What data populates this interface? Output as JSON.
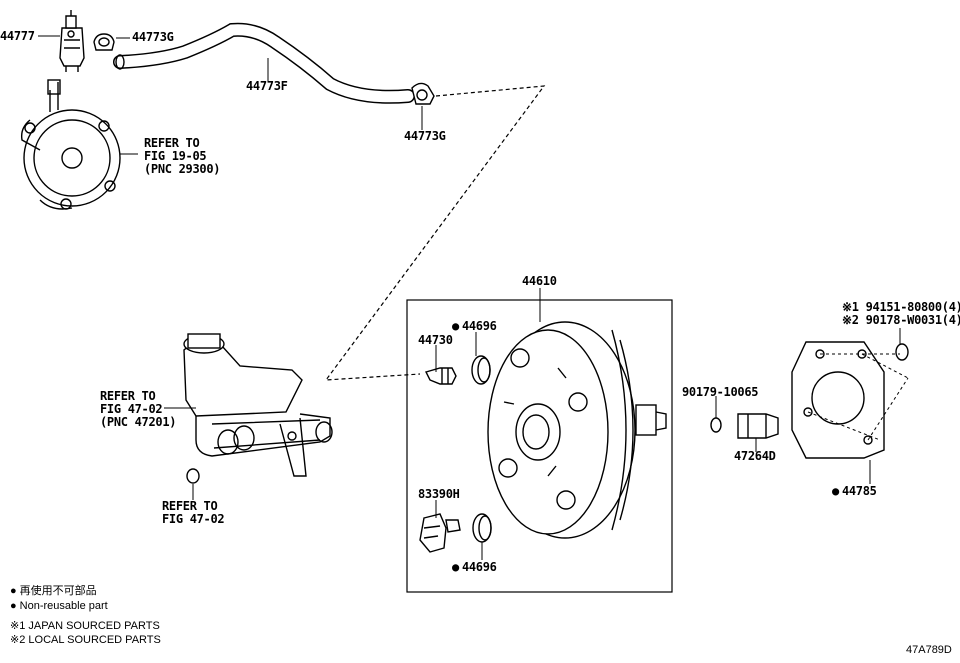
{
  "labels": {
    "p44777": "44777",
    "p44773g_top": "44773G",
    "p44773f": "44773F",
    "p44773g_mid": "44773G",
    "refer_pump": [
      "REFER TO",
      "FIG 19-05",
      "(PNC 29300)"
    ],
    "p44610": "44610",
    "p44696_top": "44696",
    "p44730": "44730",
    "p83390h": "83390H",
    "p44696_bottom": "44696",
    "p90179": "90179-10065",
    "p47264d": "47264D",
    "p44785": "44785",
    "ref_94151": "※1 94151-80800(4)",
    "ref_90178": "※2 90178-W0031(4)",
    "refer_master": [
      "REFER TO",
      "FIG 47-02",
      "(PNC 47201)"
    ],
    "refer_fig": [
      "REFER TO",
      "FIG 47-02"
    ]
  },
  "legend": {
    "jp": "再使用不可部品",
    "en": "Non-reusable part",
    "note1": "※1 JAPAN SOURCED PARTS",
    "note2": "※2 LOCAL SOURCED PARTS"
  },
  "diagram_id": "47A789D"
}
